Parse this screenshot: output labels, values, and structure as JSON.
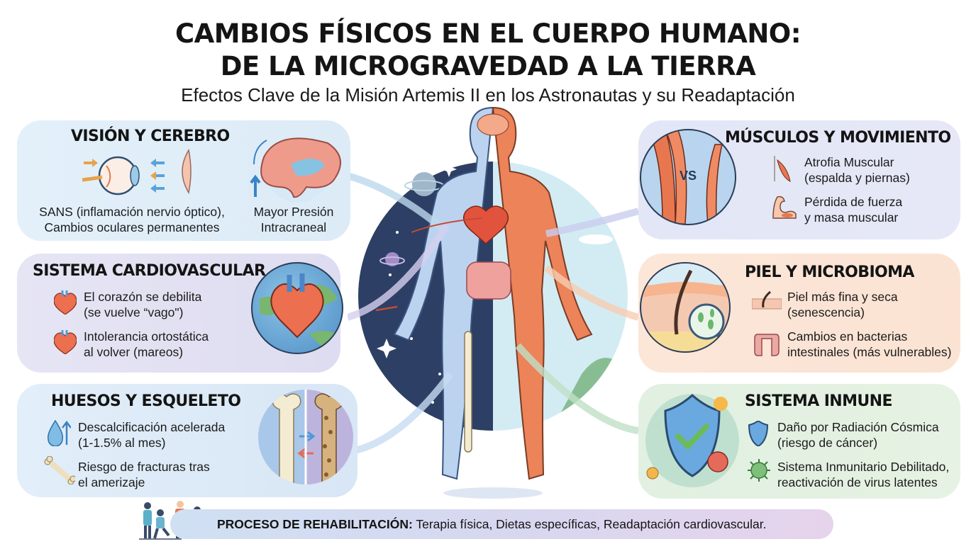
{
  "header": {
    "title_line1": "CAMBIOS FÍSICOS EN EL CUERPO HUMANO:",
    "title_line2": "DE LA MICROGRAVEDAD A LA TIERRA",
    "subtitle": "Efectos Clave de la Misión Artemis II en los Astronautas y su Readaptación"
  },
  "panels": {
    "vision": {
      "title": "VISIÓN Y CEREBRO",
      "left_caption_line1": "SANS (inflamación nervio óptico),",
      "left_caption_line2": "Cambios oculares permanentes",
      "right_caption_line1": "Mayor Presión",
      "right_caption_line2": "Intracraneal",
      "icons": [
        "eye-icon",
        "lens-icon",
        "brain-pressure-icon"
      ]
    },
    "cardio": {
      "title": "SISTEMA CARDIOVASCULAR",
      "items": [
        {
          "icon": "heart-icon",
          "line1": "El corazón se debilita",
          "line2": "(se vuelve “vago\")"
        },
        {
          "icon": "heart-icon",
          "line1": "Intolerancia ortostática",
          "line2": "al volver (mareos)"
        }
      ],
      "illustration": "heart-on-globe-icon"
    },
    "bones": {
      "title": "HUESOS Y ESQUELETO",
      "items": [
        {
          "icon": "water-drop-arrow-icon",
          "line1": "Descalcificación acelerada",
          "line2": "(1-1.5% al mes)"
        },
        {
          "icon": "bone-icon",
          "line1": "Riesgo de fracturas tras",
          "line2": "el amerizaje"
        }
      ],
      "illustration": "bone-density-comparison-icon"
    },
    "muscle": {
      "title": "MÚSCULOS Y MOVIMIENTO",
      "vs_label": "VS",
      "items": [
        {
          "icon": "muscle-leg-icon",
          "line1": "Atrofia Muscular",
          "line2": "(espalda y piernas)"
        },
        {
          "icon": "flexed-arm-icon",
          "line1": "Pérdida de fuerza",
          "line2": "y masa muscular"
        }
      ]
    },
    "skin": {
      "title": "PIEL Y MICROBIOMA",
      "items": [
        {
          "icon": "skin-layer-icon",
          "line1": "Piel más fina y seca",
          "line2": "(senescencia)"
        },
        {
          "icon": "intestine-icon",
          "line1": "Cambios en bacterias",
          "line2": "intestinales (más vulnerables)"
        }
      ],
      "illustration": "skin-magnifier-icon"
    },
    "immune": {
      "title": "SISTEMA INMUNE",
      "items": [
        {
          "icon": "shield-icon",
          "line1": "Daño por Radiación Cósmica",
          "line2": "(riesgo de cáncer)"
        },
        {
          "icon": "virus-icon",
          "line1": "Sistema Inmunitario Debilitado,",
          "line2": "reactivación de virus latentes"
        }
      ],
      "illustration": "shield-check-virus-icon"
    }
  },
  "footer": {
    "rehab_label": "PROCESO DE REHABILITACIÓN:",
    "rehab_text": " Terapia física, Dietas específicas, Readaptación cardiovascular.",
    "icon": "rehab-people-icon"
  },
  "colors": {
    "vision_bg": "#dcebf6",
    "cardio_bg": "#dedcf0",
    "bones_bg": "#d8e6f5",
    "muscle_bg": "#e4e7f7",
    "skin_bg": "#fbe4d5",
    "immune_bg": "#e3f1e2",
    "space_dark": "#2c3e63",
    "earth_light": "#cdeaf0",
    "muscle_orange": "#e8774f"
  }
}
